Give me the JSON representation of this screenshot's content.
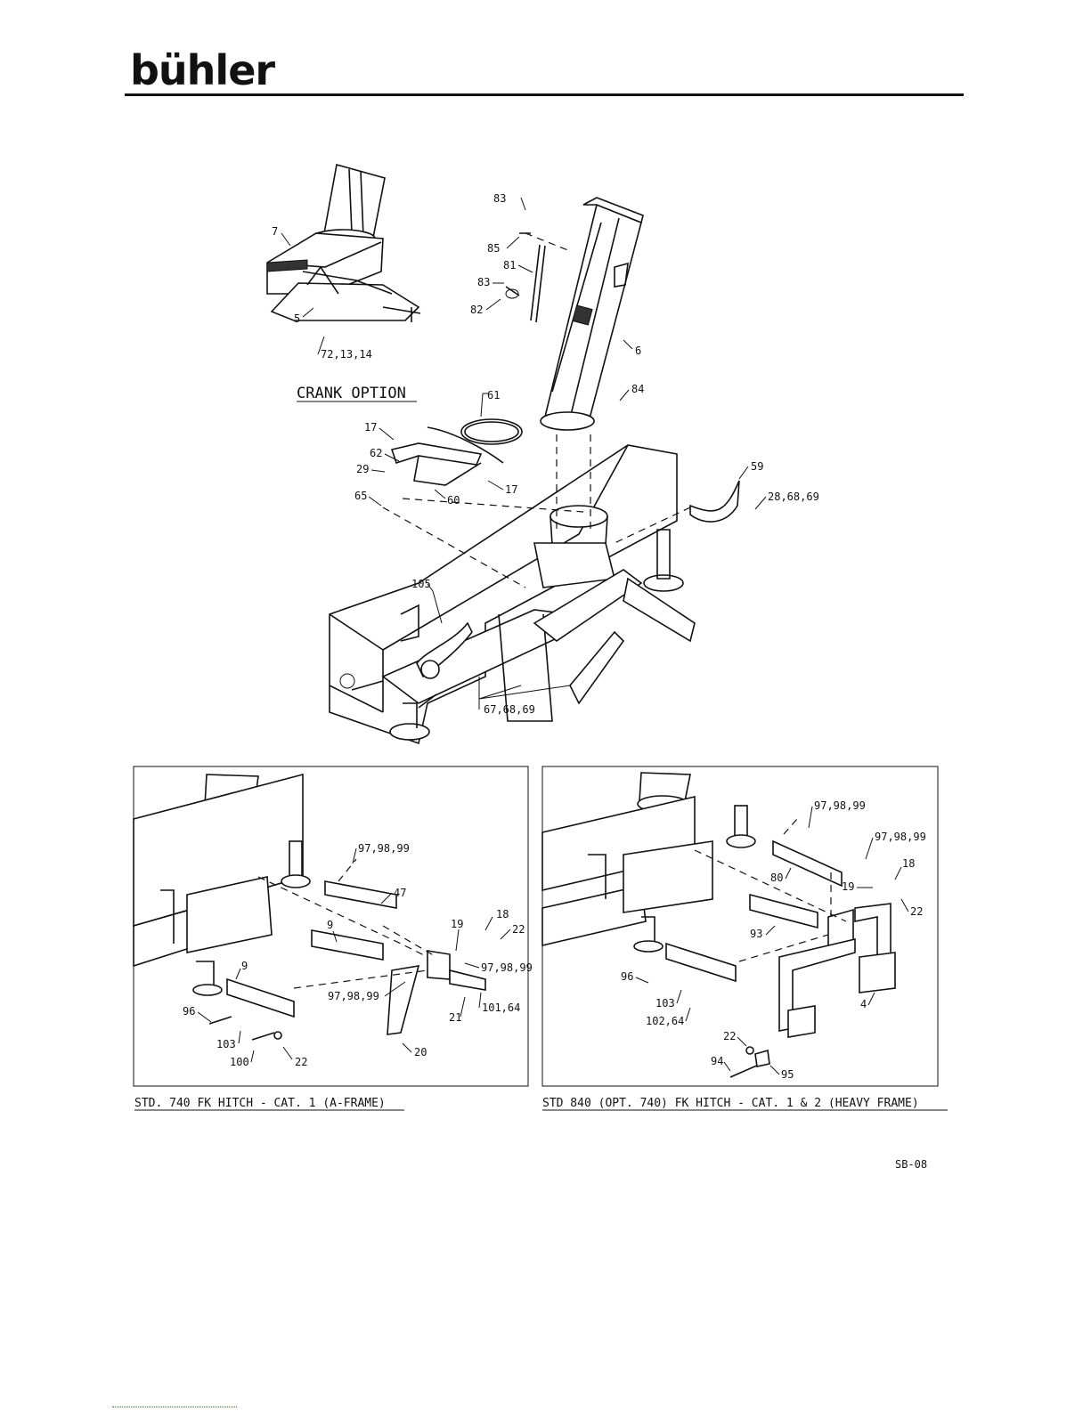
{
  "brand": {
    "logo_text": "bühler"
  },
  "main_diagram": {
    "section_title": "CRANK OPTION",
    "callouts": [
      "7",
      "5",
      "72,13,14",
      "83",
      "85",
      "81",
      "83",
      "82",
      "6",
      "84",
      "61",
      "17",
      "62",
      "29",
      "60",
      "17",
      "65",
      "59",
      "28,68,69",
      "105",
      "67,68,69"
    ]
  },
  "panel_left": {
    "caption": "STD. 740 FK HITCH - CAT. 1 (A-FRAME)",
    "callouts": [
      "97,98,99",
      "47",
      "9",
      "19",
      "18",
      "22",
      "97,98,99",
      "97,98,99",
      "9",
      "96",
      "103",
      "100",
      "22",
      "21",
      "101,64",
      "20"
    ]
  },
  "panel_right": {
    "caption": "STD 840 (OPT. 740) FK HITCH - CAT. 1 & 2 (HEAVY FRAME)",
    "callouts": [
      "97,98,99",
      "97,98,99",
      "80",
      "18",
      "19",
      "22",
      "93",
      "96",
      "103",
      "102,64",
      "4",
      "22",
      "94",
      "95"
    ]
  },
  "page_code": "SB-08"
}
